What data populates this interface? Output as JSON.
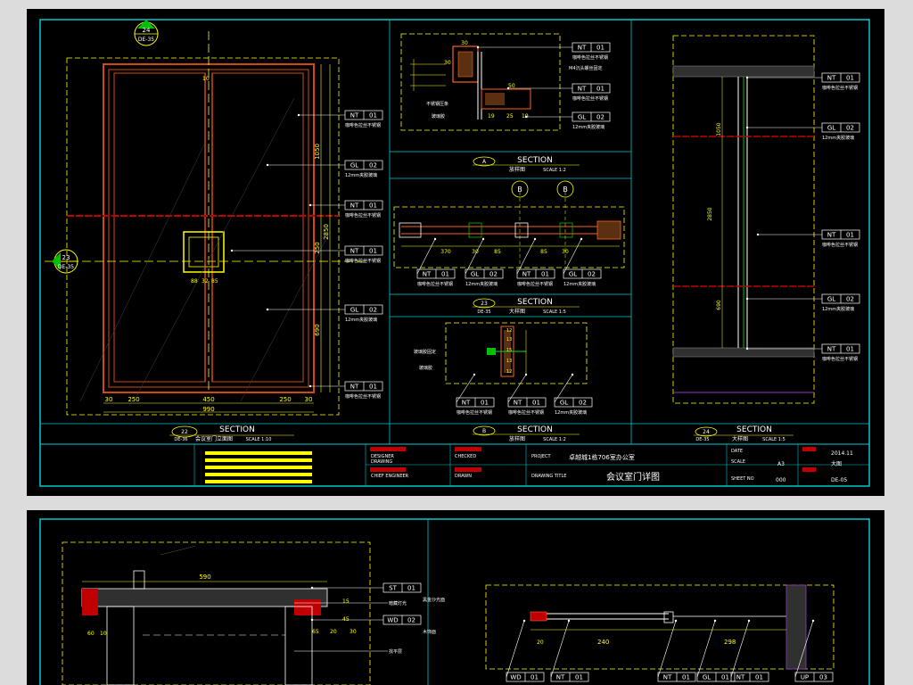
{
  "top_sheet": {
    "elevation_view": {
      "callout_top": {
        "num": "24",
        "ref": "DE-35"
      },
      "callout_left": {
        "num": "23",
        "ref": "DE-35"
      },
      "dims_bottom": [
        "30",
        "250",
        "450",
        "250",
        "30"
      ],
      "dim_total": "990",
      "dims_right": [
        "1050",
        "2850",
        "250",
        "690"
      ],
      "dims_mid": [
        "88",
        "32",
        "85"
      ],
      "dim_top": "10",
      "labels": [
        {
          "code": "NT",
          "num": "01",
          "note": "咖啡色拉丝不锈钢"
        },
        {
          "code": "GL",
          "num": "02",
          "note": "12mm夹胶玻璃"
        },
        {
          "code": "NT",
          "num": "01",
          "note": "咖啡色拉丝不锈钢"
        },
        {
          "code": "NT",
          "num": "01",
          "note": "咖啡色拉丝不锈钢"
        },
        {
          "code": "GL",
          "num": "02",
          "note": "12mm夹胶玻璃"
        },
        {
          "code": "NT",
          "num": "01",
          "note": "咖啡色拉丝不锈钢"
        }
      ],
      "section": {
        "title": "SECTION",
        "num": "22",
        "ref": "DE-36",
        "subtitle": "会议室门立面图",
        "scale": "SCALE 1:10"
      }
    },
    "detail_a": {
      "labels": [
        {
          "code": "NT",
          "num": "01",
          "note": "咖啡色拉丝不锈钢"
        },
        {
          "code": "NT",
          "num": "01",
          "note": "咖啡色拉丝不锈钢"
        },
        {
          "code": "GL",
          "num": "02",
          "note": "12mm夹胶玻璃"
        }
      ],
      "notes": [
        "M4沉头螺丝固定",
        "不锈钢压条",
        "玻璃胶"
      ],
      "dims": [
        "30",
        "30",
        "50",
        "19",
        "25",
        "19"
      ],
      "section": {
        "title": "SECTION",
        "num": "A",
        "subtitle": "放样图",
        "scale": "SCALE 1:2"
      }
    },
    "detail_b_horizontal": {
      "callouts": [
        "B",
        "B"
      ],
      "dims": [
        "370",
        "30",
        "85",
        "85",
        "30"
      ],
      "labels": [
        {
          "code": "NT",
          "num": "01",
          "note": "咖啡色拉丝不锈钢"
        },
        {
          "code": "GL",
          "num": "02",
          "note": "12mm夹胶玻璃"
        },
        {
          "code": "NT",
          "num": "01",
          "note": "咖啡色拉丝不锈钢"
        },
        {
          "code": "GL",
          "num": "02",
          "note": "12mm夹胶玻璃"
        }
      ],
      "section": {
        "title": "SECTION",
        "num": "23",
        "ref": "DE-35",
        "subtitle": "大样图",
        "scale": "SCALE 1:5"
      }
    },
    "detail_b_small": {
      "notes": [
        "玻璃胶固定",
        "玻璃胶"
      ],
      "dims": [
        "12",
        "13",
        "15",
        "13",
        "12"
      ],
      "labels": [
        {
          "code": "NT",
          "num": "01",
          "note": "咖啡色拉丝不锈钢"
        },
        {
          "code": "NT",
          "num": "01",
          "note": "咖啡色拉丝不锈钢"
        },
        {
          "code": "GL",
          "num": "02",
          "note": "12mm夹胶玻璃"
        }
      ],
      "section": {
        "title": "SECTION",
        "num": "B",
        "subtitle": "放样图",
        "scale": "SCALE 1:2"
      }
    },
    "section_right": {
      "dims": [
        "1050",
        "2850",
        "690"
      ],
      "labels": [
        {
          "code": "NT",
          "num": "01",
          "note": "咖啡色拉丝不锈钢"
        },
        {
          "code": "GL",
          "num": "02",
          "note": "12mm夹胶玻璃"
        },
        {
          "code": "NT",
          "num": "01",
          "note": "咖啡色拉丝不锈钢"
        },
        {
          "code": "GL",
          "num": "02",
          "note": "12mm夹胶玻璃"
        },
        {
          "code": "NT",
          "num": "01",
          "note": "咖啡色拉丝不锈钢"
        }
      ],
      "section": {
        "title": "SECTION",
        "num": "24",
        "ref": "DE-35",
        "subtitle": "大样图",
        "scale": "SCALE 1:5"
      }
    },
    "title_block": {
      "project_label": "PROJECT",
      "project_name": "卓越城1栋706室办公室",
      "drawing_title": "会议室门详图",
      "field_labels": [
        "DESIGNER",
        "DRAWING",
        "CHIEF ENGINEER",
        "CHECKED",
        "DRAWN",
        "DRAWING TITLE",
        "DATE",
        "SCALE",
        "SHEET NO"
      ],
      "date": "2014.11",
      "size": "A3",
      "scale_value": "大图",
      "page": "000",
      "sheet_no": "DE-05"
    }
  },
  "bottom_sheet": {
    "left_labels": [
      {
        "code": "ST",
        "num": "01",
        "note": "黑金沙光面"
      },
      {
        "code": "",
        "num": "",
        "note": "暗藏灯光"
      },
      {
        "code": "WD",
        "num": "02",
        "note": "木饰面"
      },
      {
        "code": "",
        "num": "",
        "note": "找平层"
      }
    ],
    "left_dims": [
      "590",
      "60",
      "10",
      "15",
      "45",
      "65",
      "20",
      "30"
    ],
    "right_dims": [
      "20",
      "240",
      "298"
    ],
    "right_labels": [
      {
        "code": "WD",
        "num": "01"
      },
      {
        "code": "NT",
        "num": "01"
      },
      {
        "code": "NT",
        "num": "01"
      },
      {
        "code": "GL",
        "num": "01"
      },
      {
        "code": "NT",
        "num": "01"
      },
      {
        "code": "UP",
        "num": "03"
      }
    ]
  },
  "colors": {
    "background": "#000000",
    "frame": "#00c8d0",
    "door": "#d04a10",
    "dims": "#ffff00",
    "leader": "#ffffff",
    "accent": "#c00000",
    "green": "#00c000"
  }
}
